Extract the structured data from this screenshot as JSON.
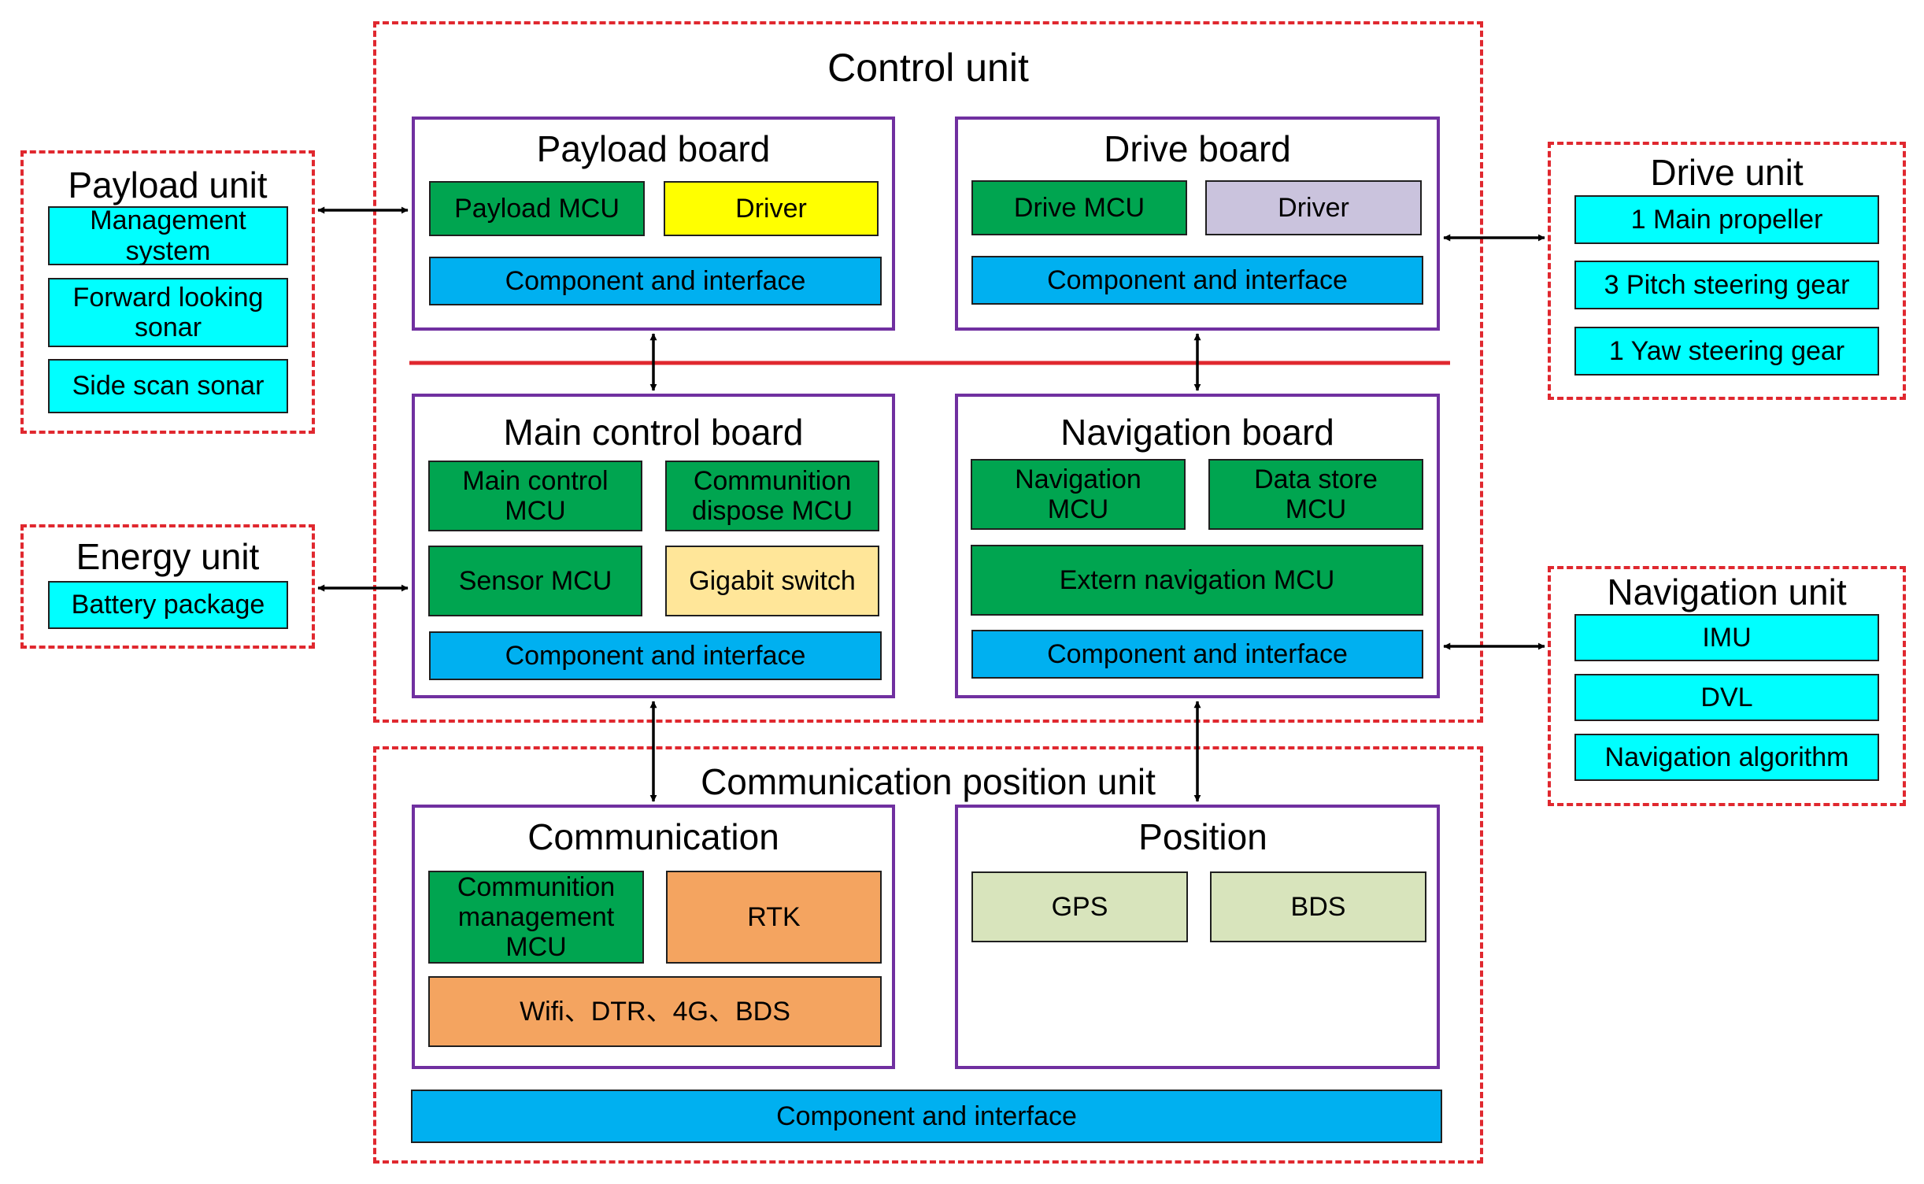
{
  "control_unit": {
    "title": "Control unit",
    "payload_board": {
      "title": "Payload board",
      "mcu": "Payload MCU",
      "driver": "Driver",
      "interface": "Component and interface"
    },
    "drive_board": {
      "title": "Drive board",
      "mcu": "Drive MCU",
      "driver": "Driver",
      "interface": "Component and interface"
    },
    "main_control_board": {
      "title": "Main control board",
      "main_mcu": "Main control MCU",
      "communition_mcu": "Communition dispose MCU",
      "sensor_mcu": "Sensor MCU",
      "gigabit_switch": "Gigabit switch",
      "interface": "Component and interface"
    },
    "navigation_board": {
      "title": "Navigation board",
      "nav_mcu": "Navigation MCU",
      "data_store_mcu": "Data store MCU",
      "extern_nav_mcu": "Extern navigation MCU",
      "interface": "Component and interface"
    }
  },
  "payload_unit": {
    "title": "Payload unit",
    "items": [
      "Management system",
      "Forward looking sonar",
      "Side scan sonar"
    ]
  },
  "energy_unit": {
    "title": "Energy unit",
    "items": [
      "Battery package"
    ]
  },
  "drive_unit": {
    "title": "Drive unit",
    "items": [
      "1 Main propeller",
      "3 Pitch steering gear",
      "1 Yaw steering gear"
    ]
  },
  "navigation_unit": {
    "title": "Navigation unit",
    "items": [
      "IMU",
      "DVL",
      "Navigation algorithm"
    ]
  },
  "communication_position_unit": {
    "title": "Communication position unit",
    "communication": {
      "title": "Communication",
      "mcu": "Communition management MCU",
      "rtk": "RTK",
      "links": "Wifi、DTR、4G、BDS"
    },
    "position": {
      "title": "Position",
      "gps": "GPS",
      "bds": "BDS"
    },
    "interface": "Component and interface"
  },
  "colors": {
    "unit_border": "#e0282f",
    "board_border": "#7030a0",
    "bus_line": "#e0282f",
    "mcu_green": "#00a550",
    "driver_yellow": "#ffff00",
    "driver_lilac": "#cac3dd",
    "interface_blue": "#00b0f0",
    "item_cyan": "#00ffff",
    "switch_wheat": "#ffe699",
    "comm_orange": "#f4a460",
    "position_sage": "#d8e4bc"
  }
}
